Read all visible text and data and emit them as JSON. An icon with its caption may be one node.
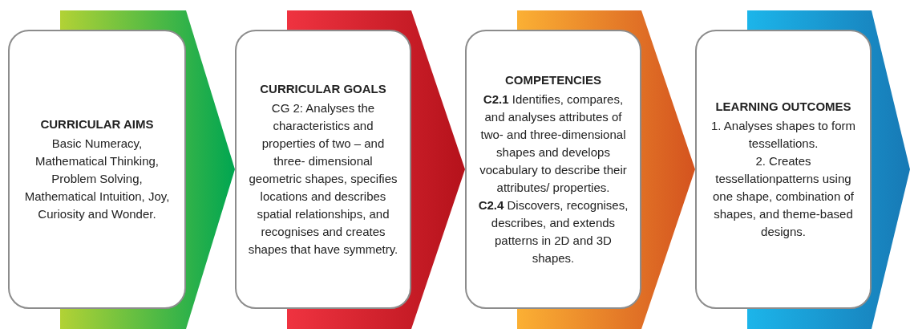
{
  "diagram": {
    "nodes": [
      {
        "text": [
          "CURRICULAR AIMS",
          "Basic Numeracy, Mathematical Thinking, Problem Solving, Mathematical Intuition, Joy, Curiosity and Wonder."
        ]
      },
      {
        "text": [
          "CURRICULAR GOALS",
          "CG 2: Analyses the characteristics and properties of two – and three- dimensional geometric shapes, specifies locations and describes spatial relationships, and recognises and creates shapes that have symmetry."
        ]
      },
      {
        "text": [
          "COMPETENCIES",
          "**C2.1** Identifies, compares, and analyses attributes of two- and three-dimensional shapes and develops vocabulary to describe their attributes/ properties.",
          "**C2.4** Discovers, recognises, describes, and extends patterns in 2D and 3D shapes."
        ]
      },
      {
        "text": [
          "LEARNING OUTCOMES",
          "1. Analyses shapes to form tessellations.",
          "2. Creates tessellationpatterns using one shape, combination of shapes, and theme-based designs."
        ]
      }
    ],
    "edges": [
      {
        "from": 0,
        "to": 1,
        "arrow": "to"
      },
      {
        "from": 1,
        "to": 2,
        "arrow": "to"
      },
      {
        "from": 2,
        "to": 3,
        "arrow": "to"
      },
      {
        "from": 3,
        "to": null,
        "arrow": "to"
      }
    ]
  }
}
